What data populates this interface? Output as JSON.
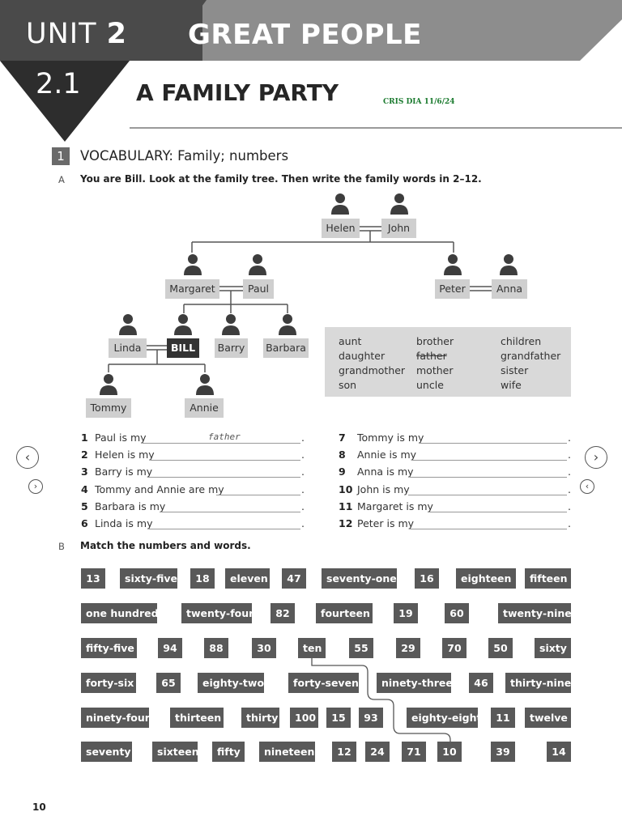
{
  "header": {
    "unit_label": "UNIT",
    "unit_number": "2",
    "unit_title": "GREAT PEOPLE",
    "lesson_number": "2.1",
    "lesson_title": "A FAMILY PARTY",
    "handwritten_note": "CRIS DIA 11/6/24"
  },
  "section": {
    "number": "1",
    "title": "VOCABULARY: Family; numbers"
  },
  "part_a": {
    "letter": "A",
    "instruction": "You are Bill. Look at the family tree. Then write the family words in 2–12.",
    "family_tree": [
      "Helen",
      "John",
      "Margaret",
      "Paul",
      "Peter",
      "Anna",
      "Linda",
      "BILL",
      "Barry",
      "Barbara",
      "Tommy",
      "Annie"
    ],
    "word_bank": [
      "aunt",
      "brother",
      "children",
      "daughter",
      "father",
      "grandfather",
      "grandmother",
      "mother",
      "sister",
      "son",
      "uncle",
      "wife"
    ],
    "questions_left": [
      {
        "n": "1",
        "text": "Paul is my",
        "answer": "father"
      },
      {
        "n": "2",
        "text": "Helen is my",
        "answer": ""
      },
      {
        "n": "3",
        "text": "Barry is my",
        "answer": ""
      },
      {
        "n": "4",
        "text": "Tommy and Annie are my",
        "answer": ""
      },
      {
        "n": "5",
        "text": "Barbara is my",
        "answer": ""
      },
      {
        "n": "6",
        "text": "Linda is my",
        "answer": ""
      }
    ],
    "questions_right": [
      {
        "n": "7",
        "text": "Tommy is my"
      },
      {
        "n": "8",
        "text": "Annie is my"
      },
      {
        "n": "9",
        "text": "Anna is my"
      },
      {
        "n": "10",
        "text": "John is my"
      },
      {
        "n": "11",
        "text": "Margaret is my"
      },
      {
        "n": "12",
        "text": "Peter is my"
      }
    ],
    "period": "."
  },
  "part_b": {
    "letter": "B",
    "instruction": "Match the numbers and words.",
    "rows": [
      [
        "13",
        "sixty-five",
        "18",
        "eleven",
        "47",
        "seventy-one",
        "16",
        "eighteen",
        "fifteen"
      ],
      [
        "one hundred",
        "twenty-four",
        "82",
        "fourteen",
        "19",
        "60",
        "twenty-nine"
      ],
      [
        "fifty-five",
        "94",
        "88",
        "30",
        "ten",
        "55",
        "29",
        "70",
        "50",
        "sixty"
      ],
      [
        "forty-six",
        "65",
        "eighty-two",
        "forty-seven",
        "ninety-three",
        "46",
        "thirty-nine"
      ],
      [
        "ninety-four",
        "thirteen",
        "thirty",
        "100",
        "15",
        "93",
        "eighty-eight",
        "11",
        "twelve"
      ],
      [
        "seventy",
        "sixteen",
        "fifty",
        "nineteen",
        "12",
        "24",
        "71",
        "10",
        "39",
        "14"
      ]
    ]
  },
  "navigation": {
    "prev_icon": "chevron-left-icon",
    "next_icon": "chevron-right-icon"
  },
  "footer": {
    "page_number": "10"
  }
}
